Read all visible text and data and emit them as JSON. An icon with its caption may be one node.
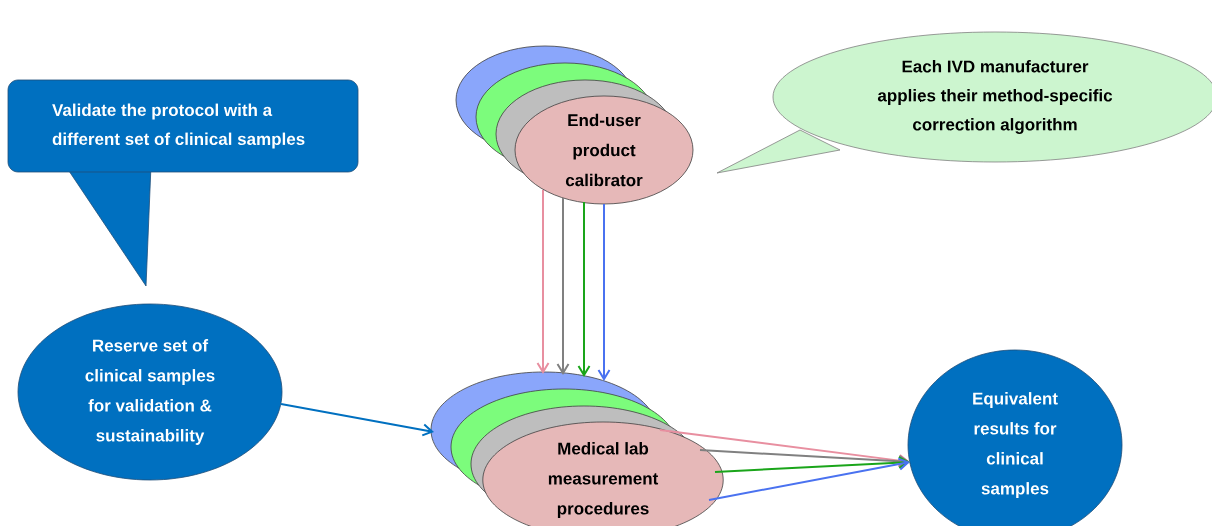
{
  "diagram": {
    "nodes": [
      {
        "text": [
          "Validate the protocol with a different set of clinical samples"
        ]
      },
      {
        "text": [
          "Each IVD manufacturer applies their method-specific correction algorithm"
        ]
      },
      {
        "text": [
          "End-user product calibrator"
        ]
      },
      {
        "text": [
          "Medical lab measurement procedures"
        ]
      },
      {
        "text": [
          "Reserve set of clinical samples for validation & sustainability"
        ]
      },
      {
        "text": [
          "Equivalent results for clinical samples"
        ]
      }
    ],
    "edges": [
      {
        "from": 2,
        "to": 3,
        "arrow": "to",
        "color": "#e88fa0"
      },
      {
        "from": 2,
        "to": 3,
        "arrow": "to",
        "color": "#808080"
      },
      {
        "from": 2,
        "to": 3,
        "arrow": "to",
        "color": "#1aa51a"
      },
      {
        "from": 2,
        "to": 3,
        "arrow": "to",
        "color": "#4a72f0"
      },
      {
        "from": 4,
        "to": 3,
        "arrow": "to",
        "color": "#0070c0"
      },
      {
        "from": 3,
        "to": 5,
        "arrow": "to",
        "color": "#e88fa0"
      },
      {
        "from": 3,
        "to": 5,
        "arrow": "to",
        "color": "#808080"
      },
      {
        "from": 3,
        "to": 5,
        "arrow": "to",
        "color": "#1aa51a"
      },
      {
        "from": 3,
        "to": 5,
        "arrow": "to",
        "color": "#4a72f0"
      }
    ]
  }
}
